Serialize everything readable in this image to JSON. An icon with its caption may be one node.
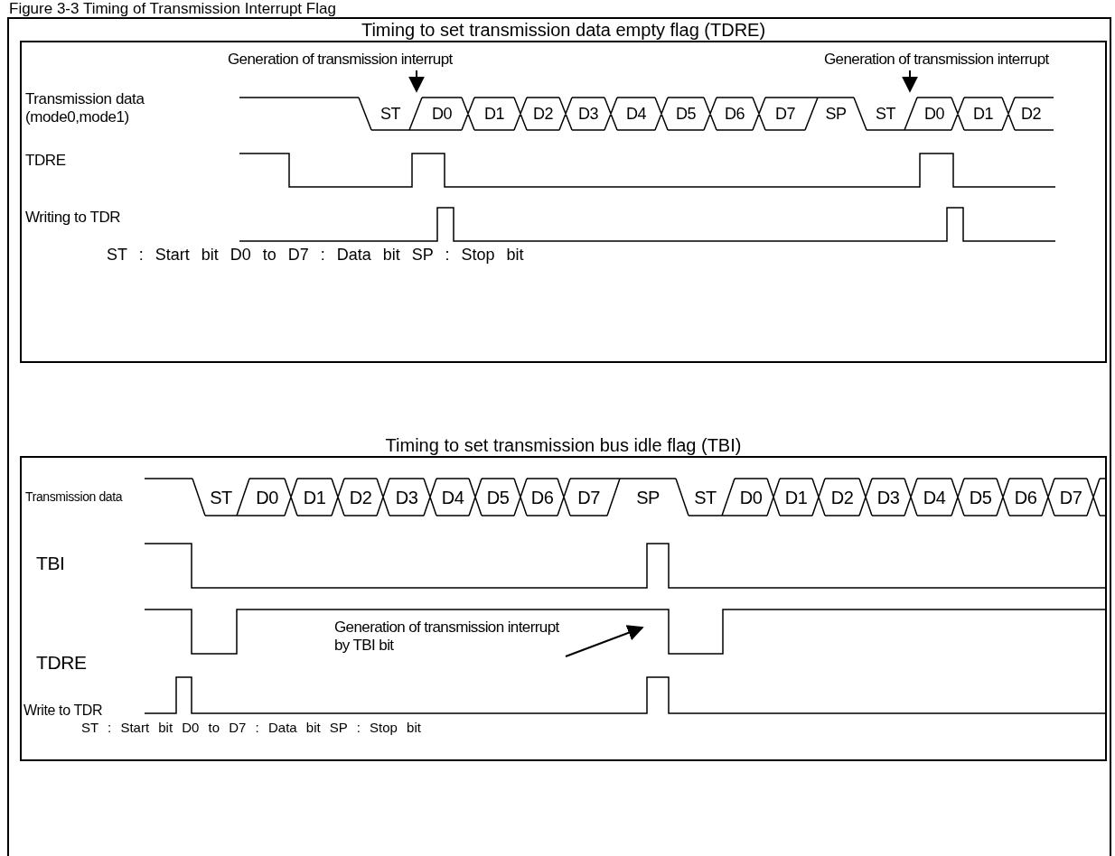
{
  "diagram": {
    "title": "Figure 3-3 Timing of Transmission Interrupt Flag",
    "nodes": [
      {
        "text": [
          "Timing to set transmission data empty flag (TDRE)"
        ]
      },
      {
        "text": [
          "Timing to set transmission bus idle flag (TBI)"
        ]
      },
      {
        "text": [
          "Generation of transmission interrupt"
        ],
        "in": 0
      },
      {
        "text": [
          "Generation of transmission interrupt"
        ],
        "in": 0
      },
      {
        "text": [
          "Generation of transmission interrupt by TBI bit"
        ],
        "in": 1
      }
    ],
    "edges": [
      {
        "from": 2,
        "to": null,
        "arrow": "to"
      },
      {
        "from": 3,
        "to": null,
        "arrow": "to"
      },
      {
        "from": 4,
        "to": null,
        "arrow": "to"
      }
    ],
    "labels": [
      "Transmission data (mode0,mode1)",
      "ST",
      "D0",
      "D1",
      "D2",
      "D3",
      "D4",
      "D5",
      "D6",
      "D7",
      "SP",
      "ST",
      "D0",
      "D1",
      "D2",
      "TDRE",
      "Writing to TDR",
      "ST : Start bit D0 to D7 : Data bit SP : Stop bit",
      "Transmission data",
      "ST",
      "D0",
      "D1",
      "D2",
      "D3",
      "D4",
      "D5",
      "D6",
      "D7",
      "SP",
      "ST",
      "D0",
      "D1",
      "D2",
      "D3",
      "D4",
      "D5",
      "D6",
      "D7",
      "TBI",
      "TDRE",
      "Write to TDR",
      "ST : Start bit D0 to D7 : Data bit SP : Stop bit"
    ]
  }
}
